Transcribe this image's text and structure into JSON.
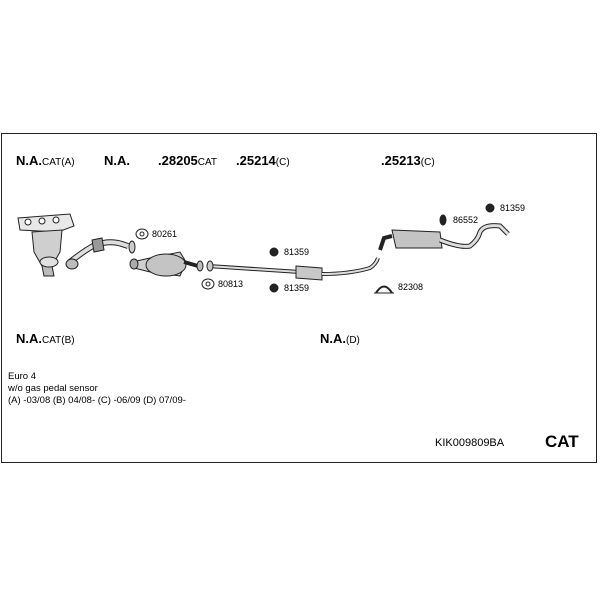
{
  "labels": {
    "na_cat_a": {
      "main": "N.A.",
      "suffix": "CAT(A)"
    },
    "na": {
      "main": "N.A."
    },
    "p28205": {
      "main": "28205",
      "suffix": "CAT"
    },
    "p25214": {
      "main": "25214",
      "suffix": "(C)"
    },
    "p25213": {
      "main": "25213",
      "suffix": "(C)"
    },
    "na_cat_b": {
      "main": "N.A.",
      "suffix": "CAT(B)"
    },
    "na_d": {
      "main": "N.A.",
      "suffix": "(D)"
    }
  },
  "parts": {
    "p80261": "80261",
    "p80813": "80813",
    "p81359_a": "81359",
    "p81359_b": "81359",
    "p86552": "86552",
    "p81359_c": "81359",
    "p82308": "82308"
  },
  "notes": {
    "line1": "Euro 4",
    "line2": "w/o gas pedal sensor",
    "line3": "(A) -03/08 (B) 04/08- (C) -06/09 (D) 07/09-"
  },
  "kit_code": "KIK009809BA",
  "category": "CAT"
}
